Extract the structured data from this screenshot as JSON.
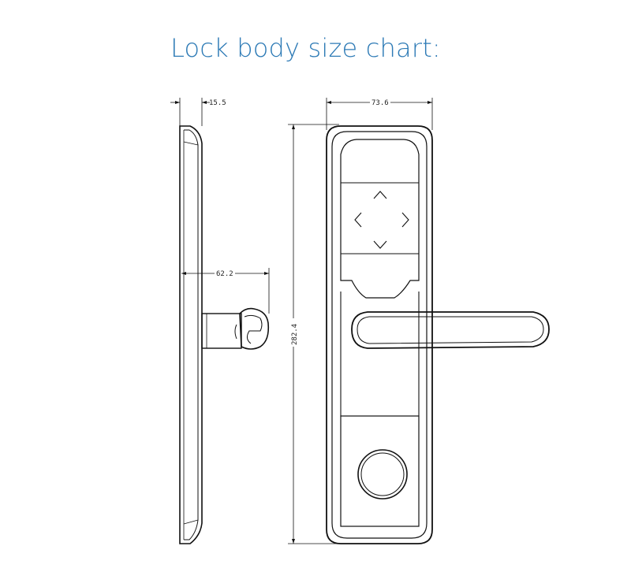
{
  "title": "Lock body size chart:",
  "dimensions": {
    "side_thickness": "15.5",
    "side_depth": "62.2",
    "front_width": "73.6",
    "front_height": "282.4"
  }
}
